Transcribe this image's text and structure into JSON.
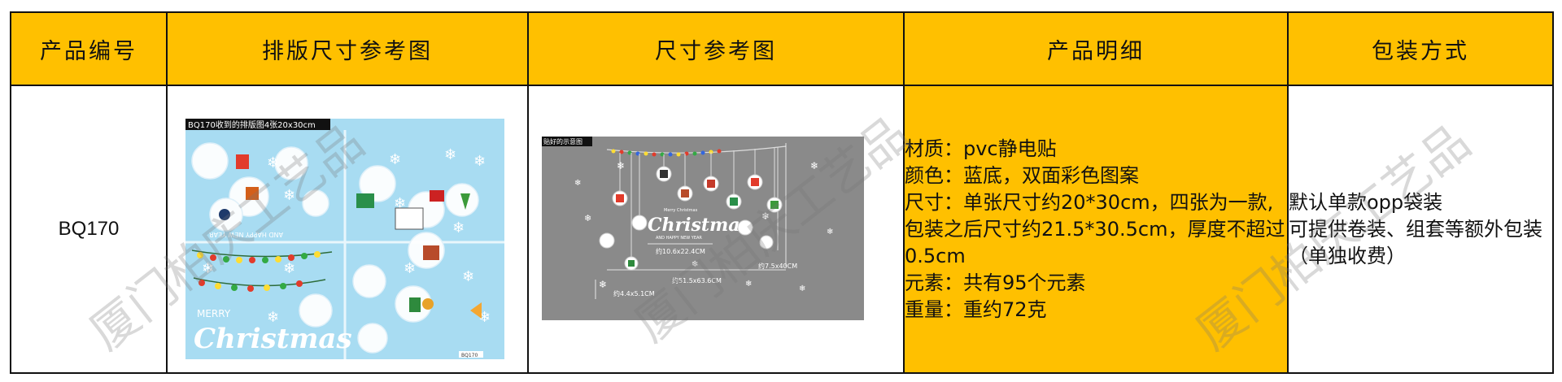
{
  "headers": [
    "产品编号",
    "排版尺寸参考图",
    "尺寸参考图",
    "产品明细",
    "包装方式"
  ],
  "row": {
    "code": "BQ170",
    "layout_image": {
      "caption": "BQ170收到的排版图4张20x30cm",
      "text_merry": "MERRY",
      "text_christmas": "Christmas",
      "text_tag": "BQ170",
      "text_banner": "AND HAPPY NEW YEAR"
    },
    "size_image": {
      "caption": "贴好的示意图",
      "text_christmas": "Christmas",
      "text_subtitle": "AND HAPPY NEW YEAR",
      "text_small": "Merry Christmas",
      "dim1": "约10.6x22.4CM",
      "dim2": "约7.5x40CM",
      "dim3": "约51.5x63.6CM",
      "dim4": "约4.4x5.1CM"
    },
    "details": [
      "材质：pvc静电贴",
      "颜色：蓝底，双面彩色图案",
      "尺寸：单张尺寸约20*30cm，四张为一款,包装之后尺寸约21.5*30.5cm，厚度不超过0.5cm",
      "元素：共有95个元素",
      "重量：重约72克"
    ],
    "packaging": [
      "默认单款opp袋装",
      "可提供卷装、组套等额外包装（单独收费）"
    ]
  },
  "watermark": "厦门柏庆工艺品",
  "colors": {
    "header_bg": "#ffc000",
    "detail_bg": "#ffc000",
    "sheet_blue": "#a8dcf2",
    "size_bg": "#8a8a8a"
  }
}
